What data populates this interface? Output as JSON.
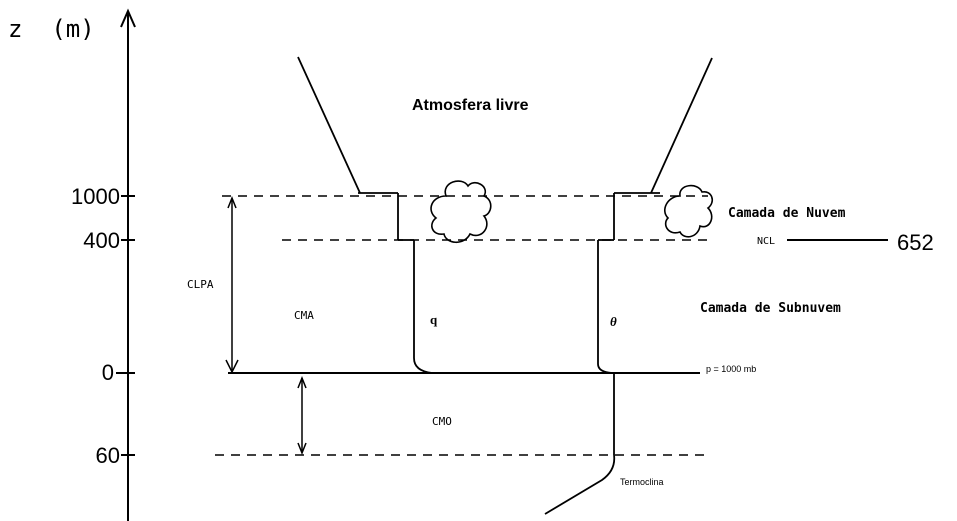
{
  "axis": {
    "label": "z  (m)",
    "ticks": [
      "1000",
      "400",
      "0",
      "60"
    ]
  },
  "labels": {
    "free_atmosphere": "Atmosfera livre",
    "cloud_layer": "Camada de Nuvem",
    "ncl": "NCL",
    "ncl_value": "652",
    "subcloud_layer": "Camada de Subnuvem",
    "clpa": "CLPA",
    "cma": "CMA",
    "q": "q",
    "theta": "θ",
    "pressure": "p = 1000 mb",
    "cmo": "CMO",
    "thermocline": "Termoclina"
  }
}
